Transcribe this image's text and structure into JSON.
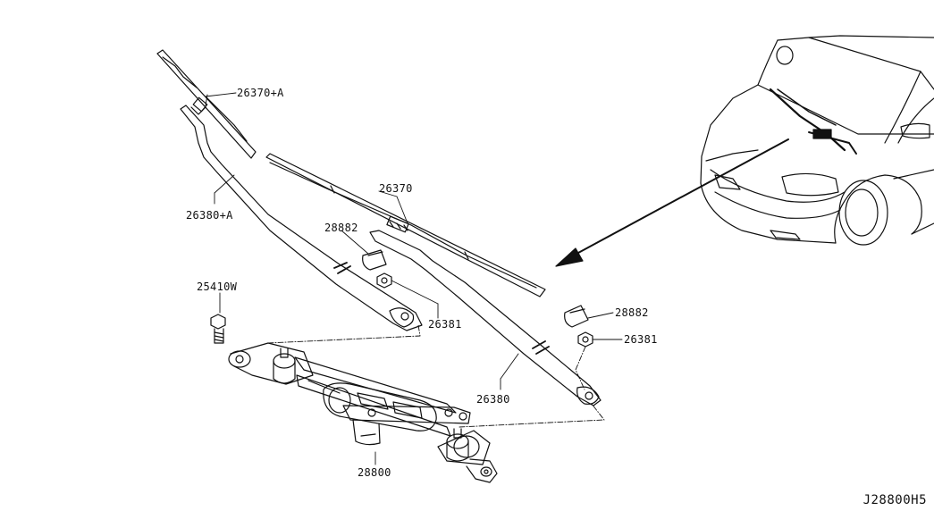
{
  "parts": {
    "blade_rh": "26370+A",
    "blade_lh": "26370",
    "arm_rh": "26380+A",
    "arm_lh": "26380",
    "cap_rh": "28882",
    "cap_lh": "28882",
    "bolt": "25410W",
    "nut_rh": "26381",
    "nut_lh": "26381",
    "linkage_motor": "28800"
  },
  "diagram_code": "J28800H5"
}
